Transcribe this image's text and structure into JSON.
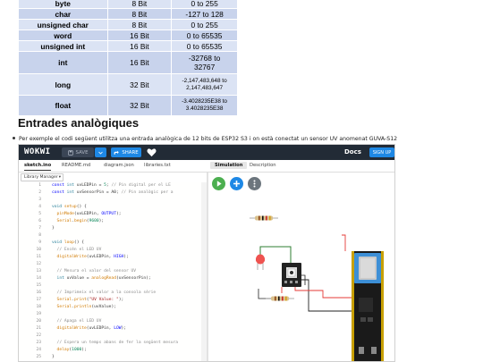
{
  "type_table": [
    {
      "type": "byte",
      "bits": "8 Bit",
      "range": "0 to 255"
    },
    {
      "type": "char",
      "bits": "8 Bit",
      "range": "-127 to 128"
    },
    {
      "type": "unsigned char",
      "bits": "8 Bit",
      "range": "0 to 255"
    },
    {
      "type": "word",
      "bits": "16 Bit",
      "range": "0 to 65535"
    },
    {
      "type": "unsigned int",
      "bits": "16 Bit",
      "range": "0 to 65535"
    },
    {
      "type": "int",
      "bits": "16 Bit",
      "range_lines": [
        "-32768 to",
        "32767"
      ]
    },
    {
      "type": "long",
      "bits": "32 Bit",
      "range_lines": [
        "-2,147,483,648 to",
        "2,147,483,647"
      ]
    },
    {
      "type": "float",
      "bits": "32 Bit",
      "range_lines": [
        "-3.4028235E38 to",
        "3.4028235E38"
      ]
    }
  ],
  "section_heading": "Entrades analògiques",
  "bullet_text": "Per exemple el codi següent utilitza una entrada analògica de 12 bits de ESP32 S3 i on està conectat un sensor UV anomenat GUVA-S12",
  "wokwi": {
    "logo": "WOKWI",
    "save_label": "SAVE",
    "share_label": "SHARE",
    "docs_label": "Docs",
    "signup_label": "SIGN UP",
    "editor_tabs": [
      "sketch.ino",
      "README.md",
      "diagram.json",
      "libraries.txt"
    ],
    "sim_tabs": [
      "Simulation",
      "Description"
    ],
    "library_manager": "Library Manager",
    "code_lines": [
      {
        "n": "1",
        "tokens": [
          [
            "kw",
            "const "
          ],
          [
            "type",
            "int "
          ],
          [
            "def",
            "uvLEDPin = "
          ],
          [
            "num",
            "5"
          ],
          [
            "def",
            "; "
          ],
          [
            "cm",
            "// Pin digital per el LE"
          ]
        ]
      },
      {
        "n": "2",
        "tokens": [
          [
            "kw",
            "const "
          ],
          [
            "type",
            "int "
          ],
          [
            "def",
            "uvSensorPin = A0; "
          ],
          [
            "cm",
            "// Pin analògic per a"
          ]
        ]
      },
      {
        "n": "3",
        "tokens": []
      },
      {
        "n": "4",
        "tokens": [
          [
            "type",
            "void "
          ],
          [
            "fn",
            "setup"
          ],
          [
            "def",
            "() {"
          ]
        ]
      },
      {
        "n": "5",
        "tokens": [
          [
            "def",
            "  "
          ],
          [
            "fn",
            "pinMode"
          ],
          [
            "def",
            "(uvLEDPin, "
          ],
          [
            "kw",
            "OUTPUT"
          ],
          [
            "def",
            ");"
          ]
        ]
      },
      {
        "n": "6",
        "tokens": [
          [
            "def",
            "  "
          ],
          [
            "fn",
            "Serial"
          ],
          [
            "def",
            "."
          ],
          [
            "fn",
            "begin"
          ],
          [
            "def",
            "("
          ],
          [
            "num",
            "9600"
          ],
          [
            "def",
            ");"
          ]
        ]
      },
      {
        "n": "7",
        "tokens": [
          [
            "def",
            "}"
          ]
        ]
      },
      {
        "n": "8",
        "tokens": []
      },
      {
        "n": "9",
        "tokens": [
          [
            "type",
            "void "
          ],
          [
            "fn",
            "loop"
          ],
          [
            "def",
            "() {"
          ]
        ]
      },
      {
        "n": "10",
        "tokens": [
          [
            "def",
            "  "
          ],
          [
            "cm",
            "// Encén el LED UV"
          ]
        ]
      },
      {
        "n": "11",
        "tokens": [
          [
            "def",
            "  "
          ],
          [
            "fn",
            "digitalWrite"
          ],
          [
            "def",
            "(uvLEDPin, "
          ],
          [
            "kw",
            "HIGH"
          ],
          [
            "def",
            ");"
          ]
        ]
      },
      {
        "n": "12",
        "tokens": []
      },
      {
        "n": "13",
        "tokens": [
          [
            "def",
            "  "
          ],
          [
            "cm",
            "// Mesura el valor del sensor UV"
          ]
        ]
      },
      {
        "n": "14",
        "tokens": [
          [
            "def",
            "  "
          ],
          [
            "type",
            "int "
          ],
          [
            "def",
            "uvValue = "
          ],
          [
            "fn",
            "analogRead"
          ],
          [
            "def",
            "(uvSensorPin);"
          ]
        ]
      },
      {
        "n": "15",
        "tokens": []
      },
      {
        "n": "16",
        "tokens": [
          [
            "def",
            "  "
          ],
          [
            "cm",
            "// Imprimeix el valor a la consola sèrie"
          ]
        ]
      },
      {
        "n": "17",
        "tokens": [
          [
            "def",
            "  "
          ],
          [
            "fn",
            "Serial"
          ],
          [
            "def",
            "."
          ],
          [
            "fn",
            "print"
          ],
          [
            "def",
            "("
          ],
          [
            "str",
            "\"UV Value: \""
          ],
          [
            "def",
            ");"
          ]
        ]
      },
      {
        "n": "18",
        "tokens": [
          [
            "def",
            "  "
          ],
          [
            "fn",
            "Serial"
          ],
          [
            "def",
            "."
          ],
          [
            "fn",
            "println"
          ],
          [
            "def",
            "(uvValue);"
          ]
        ]
      },
      {
        "n": "19",
        "tokens": []
      },
      {
        "n": "20",
        "tokens": [
          [
            "def",
            "  "
          ],
          [
            "cm",
            "// Apaga el LED UV"
          ]
        ]
      },
      {
        "n": "21",
        "tokens": [
          [
            "def",
            "  "
          ],
          [
            "fn",
            "digitalWrite"
          ],
          [
            "def",
            "(uvLEDPin, "
          ],
          [
            "kw",
            "LOW"
          ],
          [
            "def",
            ");"
          ]
        ]
      },
      {
        "n": "22",
        "tokens": []
      },
      {
        "n": "23",
        "tokens": [
          [
            "def",
            "  "
          ],
          [
            "cm",
            "// Espera un temps abans de fer la següent mesura"
          ]
        ]
      },
      {
        "n": "24",
        "tokens": [
          [
            "def",
            "  "
          ],
          [
            "fn",
            "delay"
          ],
          [
            "def",
            "("
          ],
          [
            "num",
            "1000"
          ],
          [
            "def",
            ");"
          ]
        ]
      },
      {
        "n": "25",
        "tokens": [
          [
            "def",
            "}"
          ]
        ]
      }
    ]
  },
  "colors": {
    "accent_blue": "#1e88e5",
    "play_green": "#4caf50",
    "wire_red": "#e53935",
    "wire_green": "#2e7d32",
    "wire_black": "#222222",
    "board_dark": "#1a1a1a",
    "esp_blue": "#3d8fd6"
  },
  "icons": [
    "save-icon",
    "dropdown-chevron-icon",
    "share-icon",
    "heart-icon",
    "play-icon",
    "plus-icon",
    "more-icon"
  ]
}
